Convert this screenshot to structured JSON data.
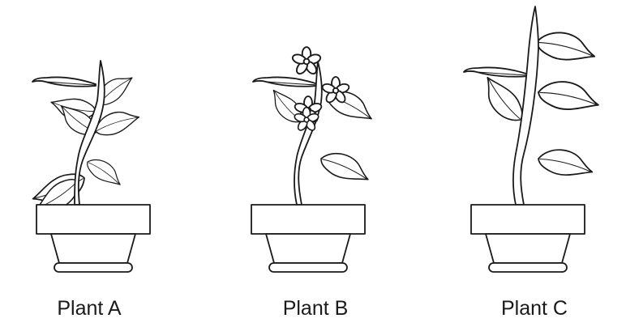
{
  "plants": [
    {
      "label": "Plant A"
    },
    {
      "label": "Plant B"
    },
    {
      "label": "Plant C"
    }
  ],
  "style": {
    "ink_color": "#1a1a1a",
    "background": "#ffffff"
  },
  "icons": [
    "potted-plant-leafy-icon",
    "potted-plant-flowering-icon",
    "potted-plant-tall-icon"
  ]
}
